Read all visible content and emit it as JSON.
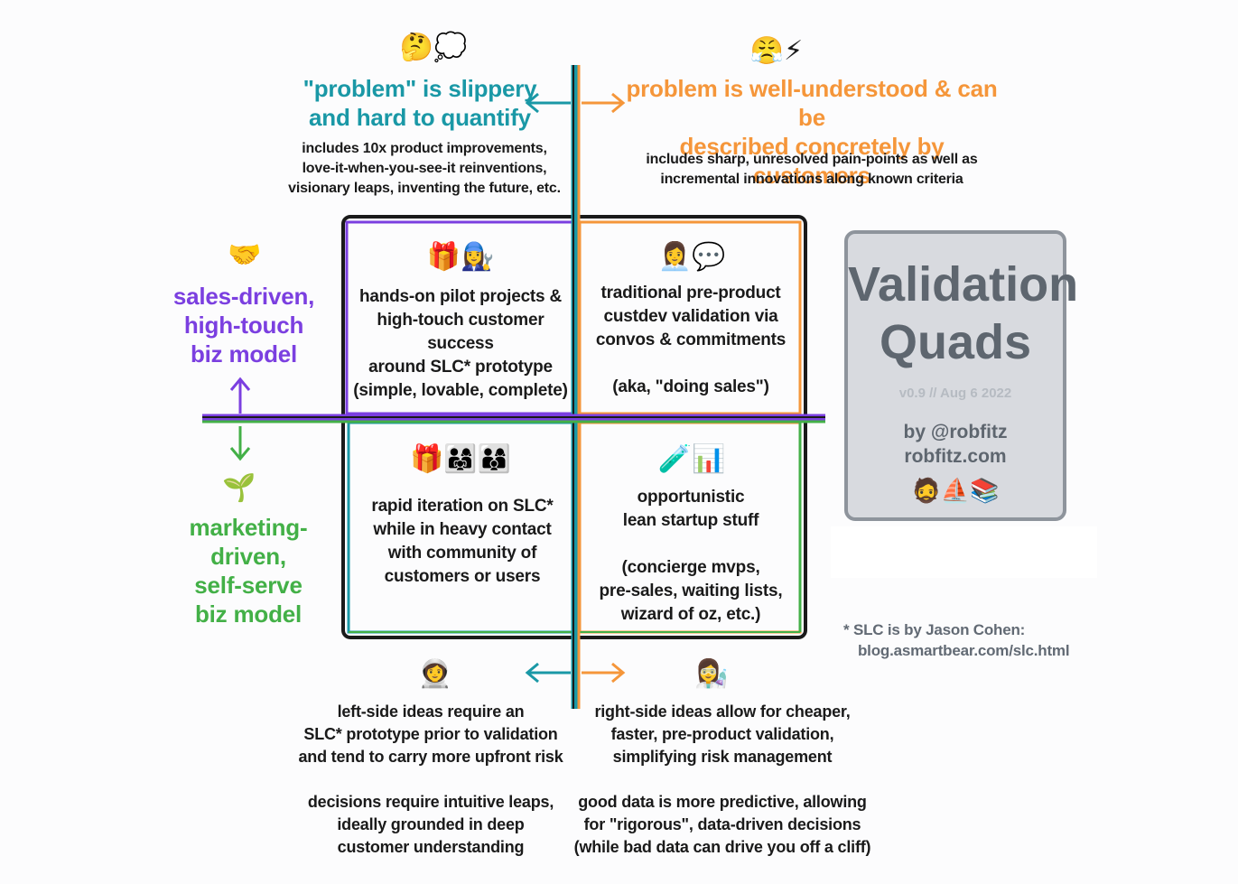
{
  "top_left": {
    "emoji": "🤔💭",
    "title_lines": [
      "\"problem\" is slippery",
      "and hard to quantify"
    ],
    "desc_lines": [
      "includes 10x product improvements,",
      "love-it-when-you-see-it reinventions,",
      "visionary leaps, inventing the future, etc."
    ]
  },
  "top_right": {
    "emoji": "😤⚡",
    "title_lines": [
      "problem is well-understood & can be",
      "described concretely by customers"
    ],
    "desc_lines": [
      "includes sharp, unresolved pain-points as well as",
      "incremental innovations along known criteria"
    ]
  },
  "left_top": {
    "emoji": "🤝",
    "title_lines": [
      "sales-driven,",
      "high-touch",
      "biz model"
    ]
  },
  "left_bottom": {
    "emoji": "🌱",
    "title_lines": [
      "marketing-driven,",
      "self-serve",
      "biz model"
    ]
  },
  "quadrants": {
    "tl": {
      "emoji": "🎁👩‍🔧",
      "lines": [
        "hands-on pilot projects &",
        "high-touch customer success",
        "around SLC* prototype",
        "(simple, lovable, complete)"
      ]
    },
    "tr": {
      "emoji": "👩‍💼💬",
      "lines": [
        "traditional pre-product",
        "custdev validation via",
        "convos & commitments",
        "",
        "(aka, \"doing sales\")"
      ]
    },
    "bl": {
      "emoji": "🎁👨‍👩‍👧👨‍👩‍👦",
      "lines": [
        "rapid iteration on SLC*",
        "while in heavy contact",
        "with community of",
        "customers or users"
      ]
    },
    "br": {
      "emoji": "🧪📊",
      "lines": [
        "opportunistic",
        "lean startup stuff",
        "",
        "(concierge mvps,",
        "pre-sales, waiting lists,",
        "wizard of oz, etc.)"
      ]
    }
  },
  "bottom_left": {
    "emoji": "👩‍🚀",
    "lines": [
      "left-side ideas require an",
      "SLC* prototype prior to validation",
      "and tend to carry more upfront risk",
      "",
      "decisions require intuitive leaps,",
      "ideally grounded in deep",
      "customer understanding"
    ]
  },
  "bottom_right": {
    "emoji": "👩‍🔬",
    "lines": [
      "right-side ideas allow for cheaper,",
      "faster, pre-product validation,",
      "simplifying risk management",
      "",
      "good data is more predictive, allowing",
      "for \"rigorous\", data-driven decisions",
      "(while bad data can drive you off a cliff)"
    ]
  },
  "card": {
    "title_lines": [
      "Validation",
      "Quads"
    ],
    "version": "v0.9 // Aug 6 2022",
    "by_lines": [
      "by @robfitz",
      "robfitz.com"
    ],
    "emoji": "🧔⛵📚"
  },
  "footnote_lines": [
    "* SLC is by Jason Cohen:",
    "blog.asmartbear.com/slc.html"
  ],
  "colors": {
    "teal": "#1a98a6",
    "orange": "#f5963a",
    "purple": "#7b3fe0",
    "green": "#43b047",
    "dark": "#1a1a1a",
    "gray": "#626a74"
  }
}
